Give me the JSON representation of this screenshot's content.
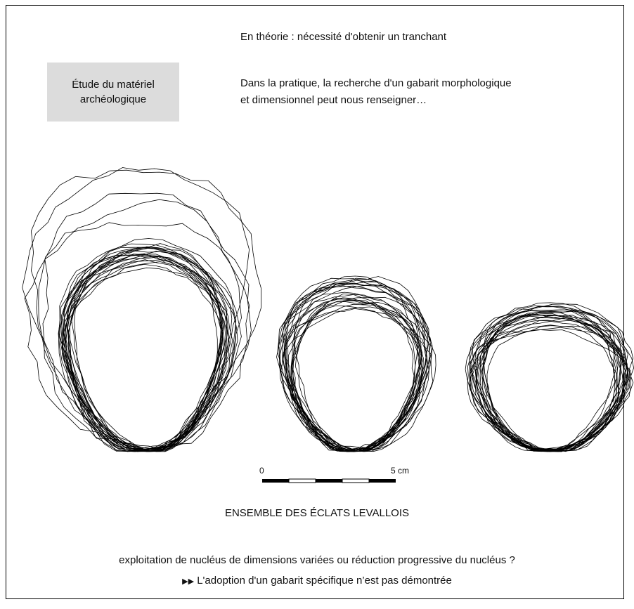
{
  "header": {
    "line1": "En théorie : nécessité d'obtenir un tranchant",
    "line2": "Dans la pratique, la recherche d'un gabarit morphologique",
    "line3": "et dimensionnel peut nous renseigner…"
  },
  "box": {
    "text": "Étude du matériel\narchéologique"
  },
  "scale": {
    "left_label": "0",
    "right_label": "5 cm"
  },
  "caption": "ENSEMBLE DES ÉCLATS LEVALLOIS",
  "question": "exploitation de nucléus de dimensions variées ou réduction progressive du nucléus ?",
  "conclusion": {
    "bullet": "▶▶",
    "text": "L'adoption d'un gabarit spécifique n’est pas démontrée"
  },
  "colors": {
    "box_background": "#dcdcdc",
    "outline_stroke": "#000000"
  }
}
